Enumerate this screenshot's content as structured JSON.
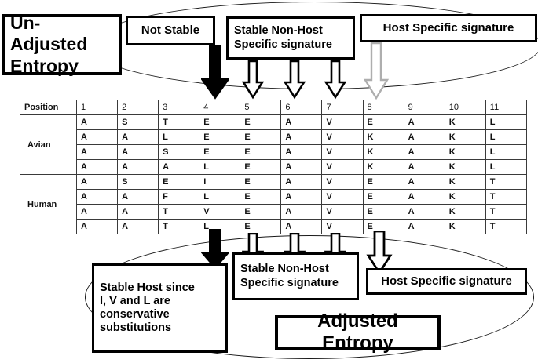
{
  "diagram": {
    "title_top": "Un-Adjusted Entropy",
    "title_bottom": "Adjusted Entropy",
    "top_labels": {
      "unadjusted": "Un-Adjusted\nEntropy",
      "not_stable": "Not Stable",
      "stable_non_host": "Stable Non-Host\nSpecific signature",
      "host_specific": "Host Specific signature"
    },
    "bottom_labels": {
      "stable_host": "Stable Host since\nI, V and L are\nconservative\nsubstitutions",
      "stable_non_host": "Stable Non-Host\nSpecific signature",
      "host_specific": "Host Specific signature",
      "adjusted": "Adjusted Entropy"
    }
  },
  "table": {
    "row_header_label": "Position",
    "columns": [
      "1",
      "2",
      "3",
      "4",
      "5",
      "6",
      "7",
      "8",
      "9",
      "10",
      "11"
    ],
    "groups": [
      {
        "name": "Avian",
        "rows": [
          [
            "A",
            "S",
            "T",
            "E",
            "E",
            "A",
            "V",
            "E",
            "A",
            "K",
            "L"
          ],
          [
            "A",
            "A",
            "L",
            "E",
            "E",
            "A",
            "V",
            "K",
            "A",
            "K",
            "L"
          ],
          [
            "A",
            "A",
            "S",
            "E",
            "E",
            "A",
            "V",
            "K",
            "A",
            "K",
            "L"
          ],
          [
            "A",
            "A",
            "A",
            "L",
            "E",
            "A",
            "V",
            "K",
            "A",
            "K",
            "L"
          ]
        ]
      },
      {
        "name": "Human",
        "rows": [
          [
            "A",
            "S",
            "E",
            "I",
            "E",
            "A",
            "V",
            "E",
            "A",
            "K",
            "T"
          ],
          [
            "A",
            "A",
            "F",
            "L",
            "E",
            "A",
            "V",
            "E",
            "A",
            "K",
            "T"
          ],
          [
            "A",
            "A",
            "T",
            "V",
            "E",
            "A",
            "V",
            "E",
            "A",
            "K",
            "T"
          ],
          [
            "A",
            "A",
            "T",
            "L",
            "E",
            "A",
            "V",
            "E",
            "A",
            "K",
            "T"
          ]
        ]
      }
    ]
  },
  "arrows": {
    "top": [
      {
        "name": "arrow-top-col4",
        "style": "filled",
        "target_column": "4"
      },
      {
        "name": "arrow-top-col5",
        "style": "outline",
        "target_column": "5"
      },
      {
        "name": "arrow-top-col6",
        "style": "outline",
        "target_column": "6"
      },
      {
        "name": "arrow-top-col7",
        "style": "outline",
        "target_column": "7"
      },
      {
        "name": "arrow-top-col8",
        "style": "light-outline",
        "target_column": "8"
      }
    ],
    "bottom": [
      {
        "name": "arrow-bottom-col4",
        "style": "filled",
        "target_column": "4"
      },
      {
        "name": "arrow-bottom-col5",
        "style": "outline",
        "target_column": "5"
      },
      {
        "name": "arrow-bottom-col6",
        "style": "outline",
        "target_column": "6"
      },
      {
        "name": "arrow-bottom-col7",
        "style": "outline",
        "target_column": "7"
      },
      {
        "name": "arrow-bottom-col8",
        "style": "outline",
        "target_column": "8"
      }
    ]
  },
  "colors": {
    "stroke": "#000000",
    "light_stroke": "#aeaeae",
    "background": "#ffffff",
    "table_border": "#3a3a3a"
  }
}
